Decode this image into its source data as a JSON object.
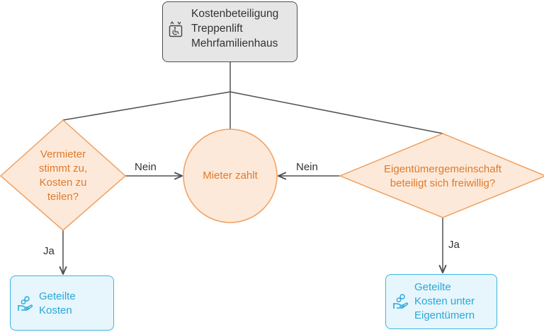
{
  "root": {
    "lines": [
      "Kostenbeteiligung",
      "Treppenlift",
      "Mehrfamilienhaus"
    ],
    "icon": "wheelchair-elevator-icon"
  },
  "decision_left": {
    "lines": [
      "Vermieter",
      "stimmt zu,",
      "Kosten zu",
      "teilen?"
    ]
  },
  "center": {
    "label": "Mieter zahlt"
  },
  "decision_right": {
    "lines": [
      "Eigentümergemeinschaft",
      "beteiligt sich freiwillig?"
    ]
  },
  "outcome_left": {
    "lines": [
      "Geteilte",
      "Kosten"
    ],
    "icon": "hand-coins-icon"
  },
  "outcome_right": {
    "lines": [
      "Geteilte",
      "Kosten unter",
      "Eigentümern"
    ],
    "icon": "hand-coins-icon"
  },
  "edges": {
    "left_no": "Nein",
    "right_no": "Nein",
    "left_yes": "Ja",
    "right_yes": "Ja"
  },
  "colors": {
    "orange_fill": "#fde9d9",
    "orange_stroke": "#f0a060",
    "blue_fill": "#e6f6fc",
    "blue_stroke": "#3cb4e0",
    "grey_fill": "#e6e6e6",
    "line": "#505050"
  }
}
